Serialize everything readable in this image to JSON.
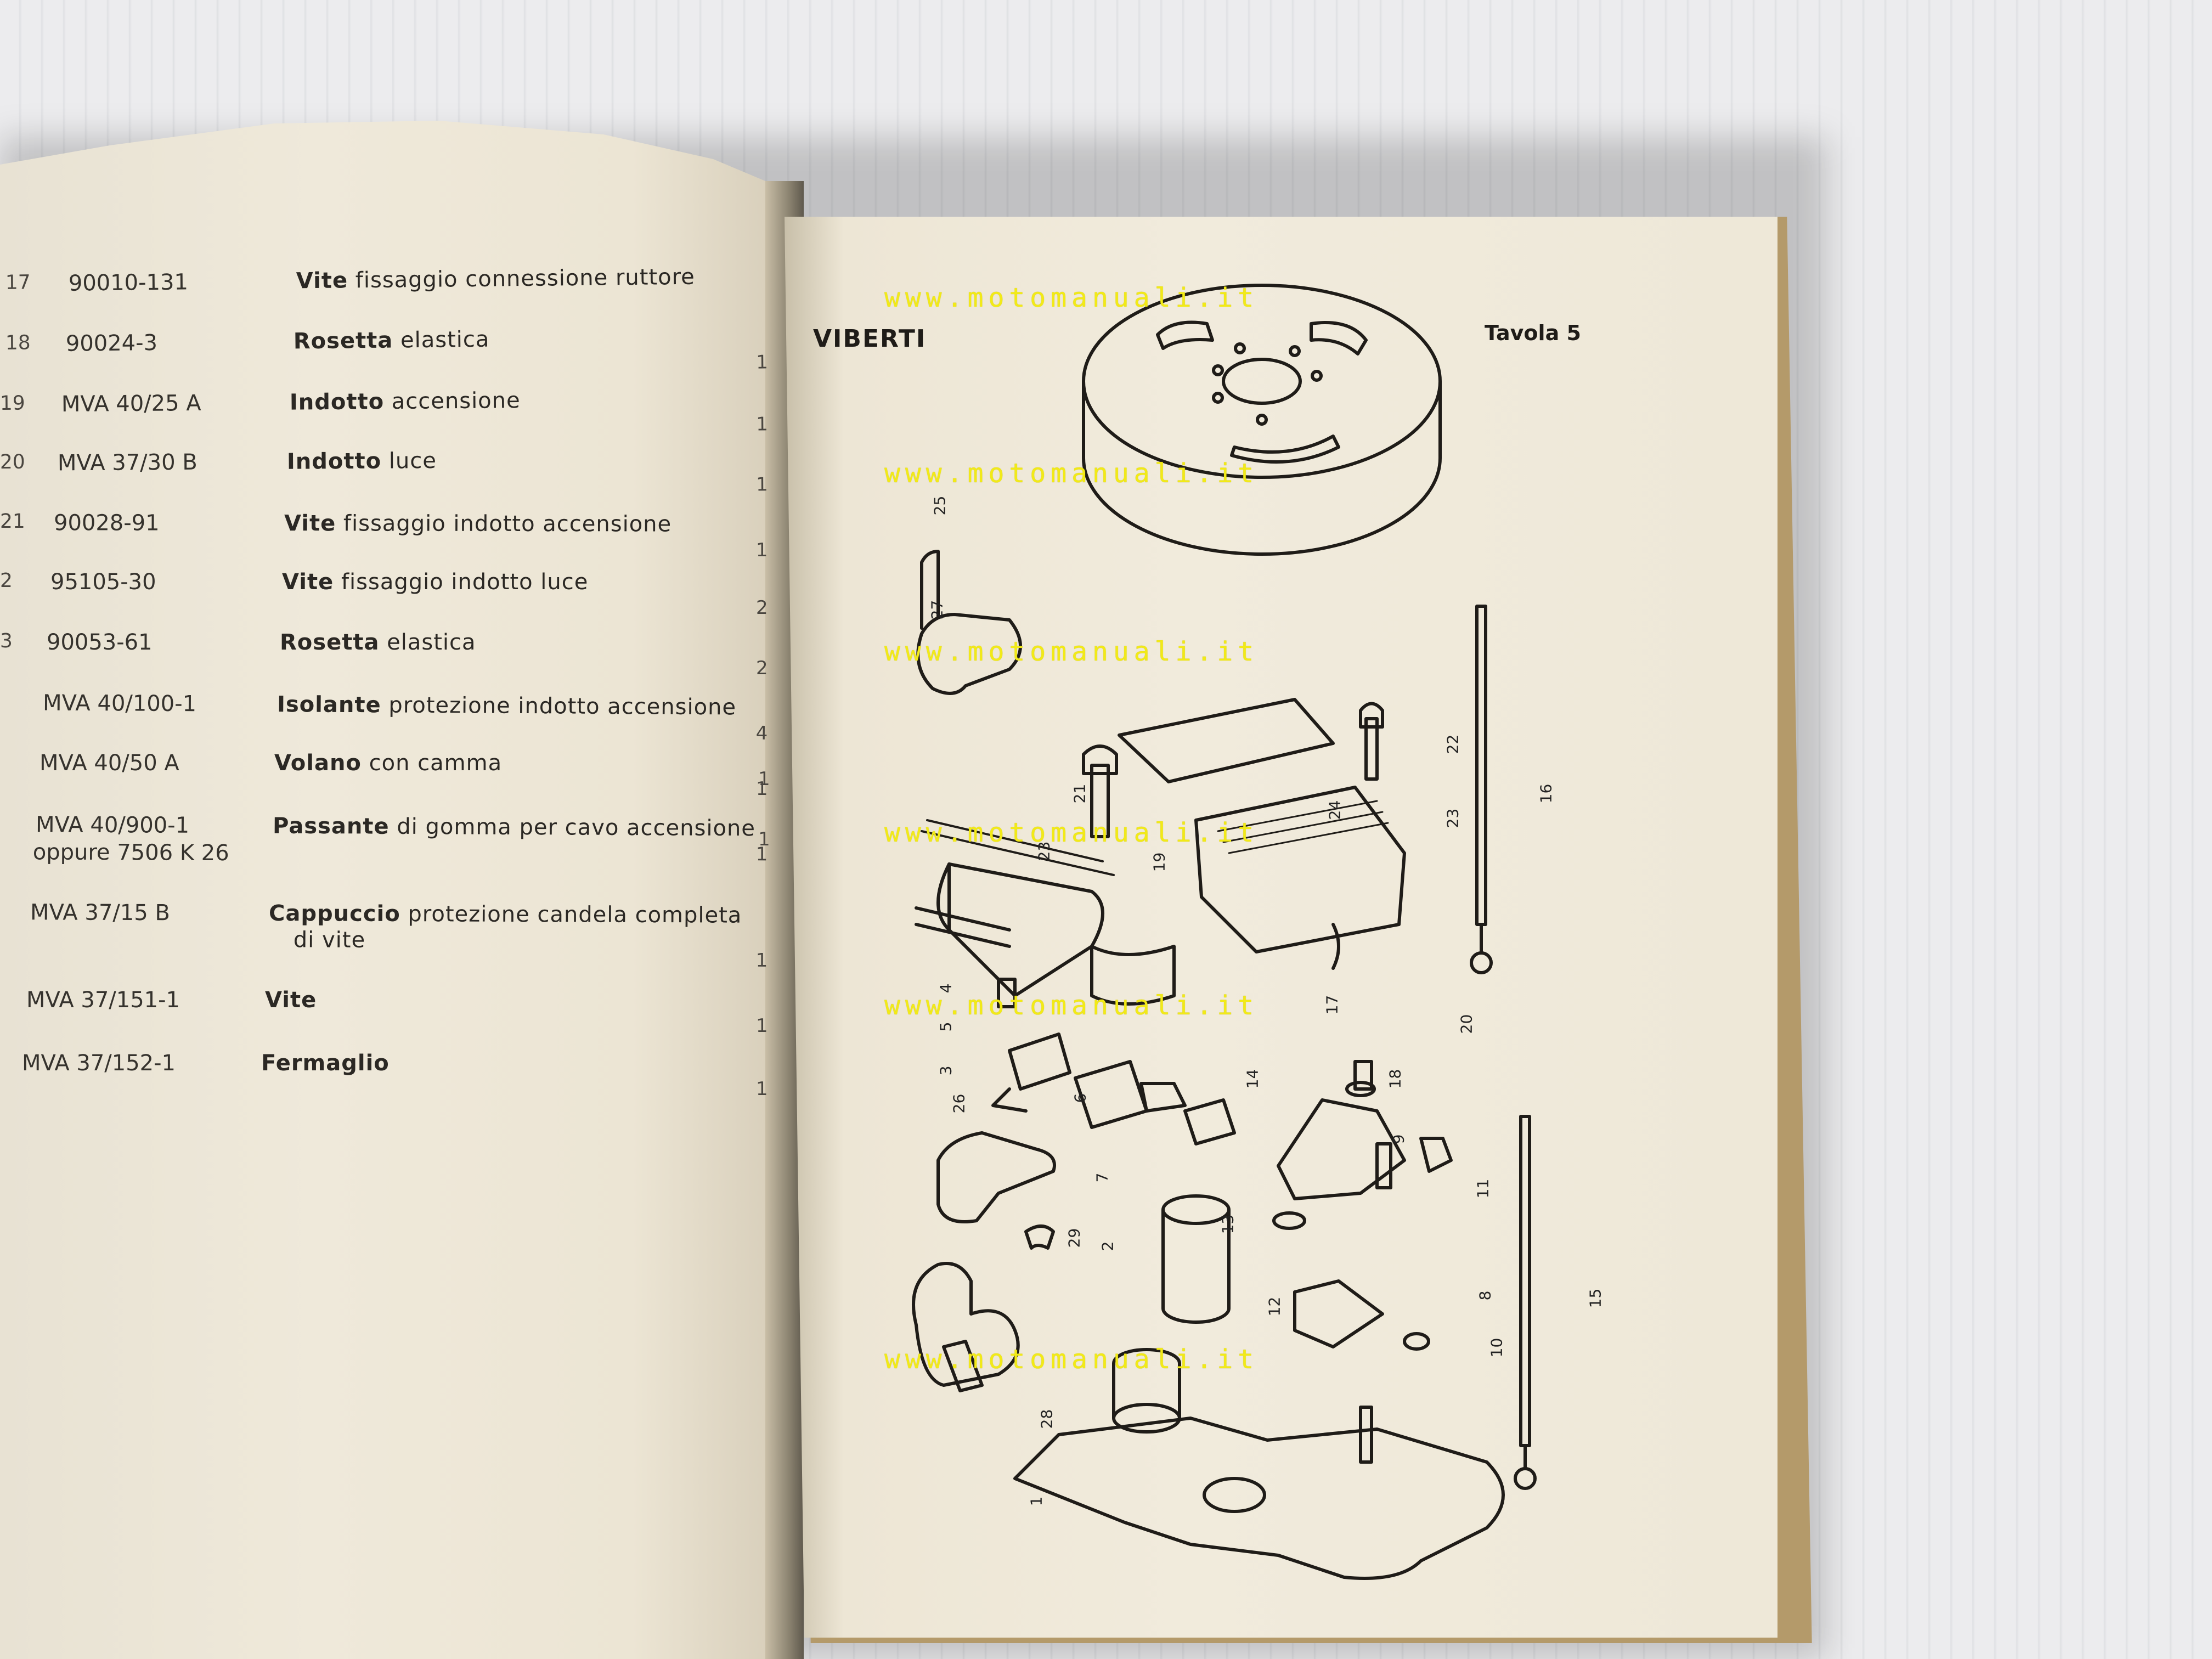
{
  "left_page": {
    "rows": [
      {
        "num": "17",
        "code": "90010-131",
        "bold": "Vite",
        "rest": "fissaggio connessione ruttore",
        "qty": ""
      },
      {
        "num": "18",
        "code": "90024-3",
        "bold": "Rosetta",
        "rest": "elastica",
        "qty": "1"
      },
      {
        "num": "19",
        "code": "MVA 40/25 A",
        "bold": "Indotto",
        "rest": "accensione",
        "qty": "1"
      },
      {
        "num": "20",
        "code": "MVA 37/30 B",
        "bold": "Indotto",
        "rest": "luce",
        "qty": "1"
      },
      {
        "num": "21",
        "code": "90028-91",
        "bold": "Vite",
        "rest": "fissaggio indotto accensione",
        "qty": "1"
      },
      {
        "num": "2",
        "code": "95105-30",
        "bold": "Vite",
        "rest": "fissaggio indotto luce",
        "qty": "2"
      },
      {
        "num": "3",
        "code": "90053-61",
        "bold": "Rosetta",
        "rest": "elastica",
        "qty": "2"
      },
      {
        "num": "",
        "code": "MVA 40/100-1",
        "bold": "Isolante",
        "rest": "protezione indotto accensione",
        "qty": "4"
      },
      {
        "num": "",
        "code": "MVA 40/50 A",
        "bold": "Volano",
        "rest": "con camma",
        "qty": "1"
      },
      {
        "num": "",
        "code": "MVA 40/900-1",
        "code2": "oppure 7506 K 26",
        "bold": "Passante",
        "rest": "di gomma per cavo accensione",
        "qty": "1"
      },
      {
        "num": "",
        "code": "MVA 37/15 B",
        "bold": "Cappuccio",
        "rest": "protezione candela completa",
        "rest2": "di vite",
        "qty": "1"
      },
      {
        "num": "",
        "code": "MVA 37/151-1",
        "bold": "Vite",
        "rest": "",
        "qty": "1"
      },
      {
        "num": "",
        "code": "MVA 37/152-1",
        "bold": "Fermaglio",
        "rest": "",
        "qty": "1"
      }
    ],
    "extra_qty": [
      "1",
      "1"
    ]
  },
  "right_page": {
    "brand": "VIBERTI",
    "plate": "Tavola 5",
    "watermark": "www.motomanuali.it",
    "callouts": [
      "1",
      "2",
      "3",
      "4",
      "5",
      "6",
      "7",
      "8",
      "9",
      "10",
      "11",
      "12",
      "13",
      "14",
      "15",
      "16",
      "17",
      "18",
      "19",
      "20",
      "21",
      "22",
      "23",
      "23",
      "24",
      "25",
      "26",
      "27",
      "28",
      "29"
    ]
  },
  "colors": {
    "watermark": "#f2ea17",
    "page": "#f1ebdc",
    "ink": "#222222"
  }
}
